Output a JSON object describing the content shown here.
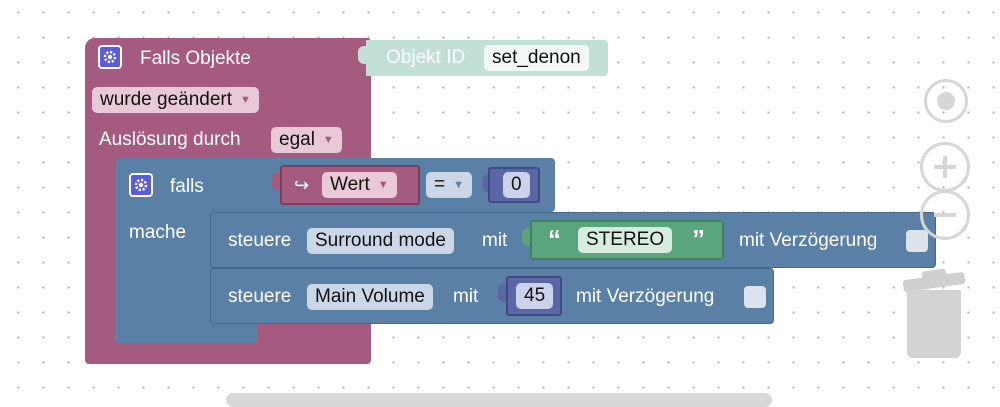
{
  "event_block": {
    "title": "Falls Objekte",
    "change_dropdown": "wurde geändert",
    "trigger_label": "Auslösung durch",
    "trigger_dropdown": "egal"
  },
  "object_id": {
    "label": "Objekt ID",
    "value": "set_denon"
  },
  "if_block": {
    "falls_label": "falls",
    "mache_label": "mache",
    "variable": "Wert",
    "operator": "=",
    "compare_value": "0"
  },
  "statements": [
    {
      "prefix": "steuere",
      "target": "Surround mode",
      "with": "mit",
      "open_quote": "“",
      "value": "STEREO",
      "close_quote": "”",
      "delay_label": "mit Verzögerung"
    },
    {
      "prefix": "steuere",
      "target": "Main Volume",
      "with": "mit",
      "value": "45",
      "delay_label": "mit Verzögerung"
    }
  ],
  "colors": {
    "event": "#a55b80",
    "logic": "#5b80a5",
    "math": "#5b67a5",
    "text": "#5ba57e",
    "object_id": "#c2e0d8"
  },
  "icons": {
    "gear": "gear-icon",
    "variable_arrow": "return-arrow-icon",
    "recenter": "recenter-icon",
    "zoom_in": "zoom-in-icon",
    "zoom_out": "zoom-out-icon",
    "trash": "trash-icon"
  }
}
